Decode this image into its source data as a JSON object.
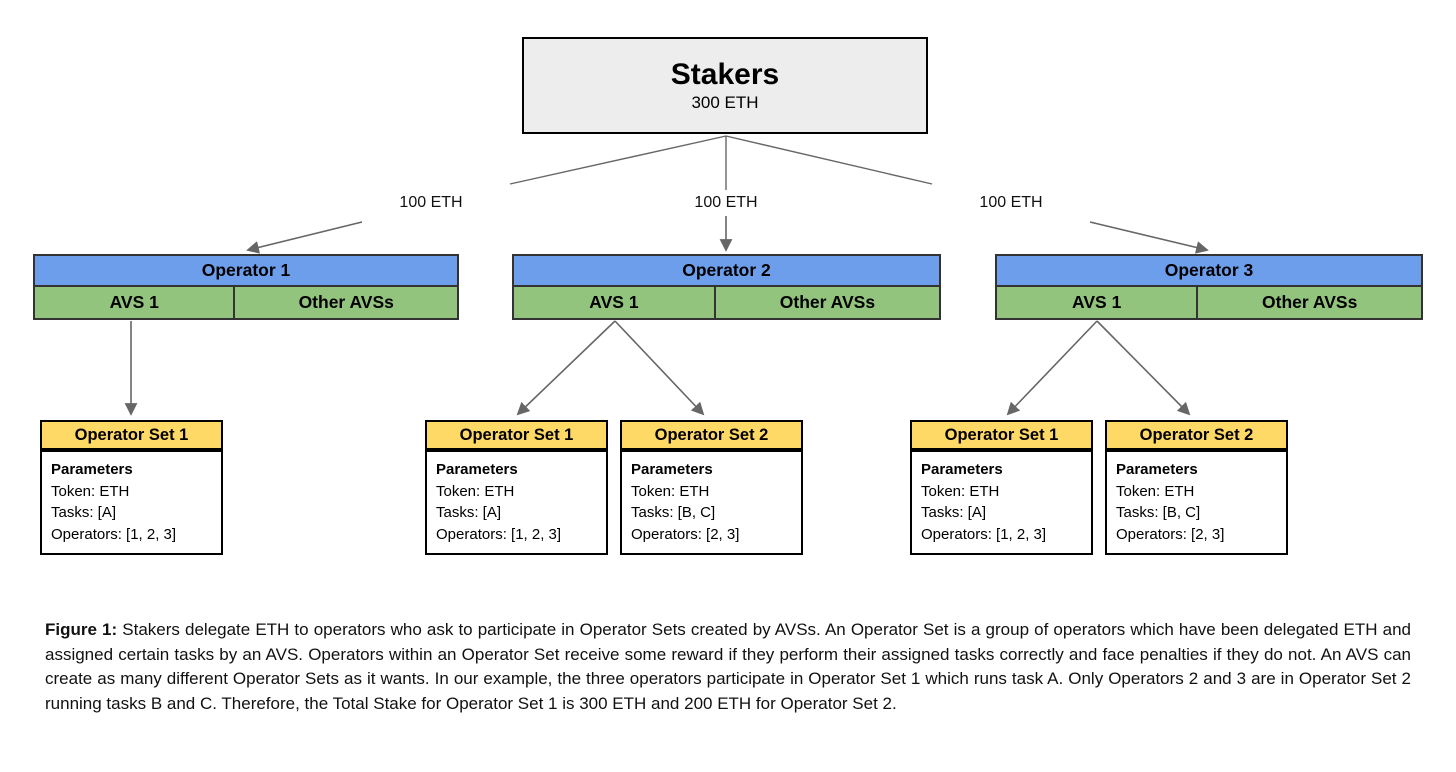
{
  "colors": {
    "staker_fill": "#ededed",
    "operator_blue": "#6d9eeb",
    "avs_green": "#93c47d",
    "opset_yellow": "#ffd966",
    "arrow_gray": "#666666"
  },
  "stakers": {
    "title": "Stakers",
    "amount": "300 ETH"
  },
  "delegations": [
    {
      "label": "100 ETH"
    },
    {
      "label": "100 ETH"
    },
    {
      "label": "100 ETH"
    }
  ],
  "operators": [
    {
      "title": "Operator 1",
      "avs_label": "AVS 1",
      "other_label": "Other AVSs"
    },
    {
      "title": "Operator 2",
      "avs_label": "AVS 1",
      "other_label": "Other AVSs"
    },
    {
      "title": "Operator 3",
      "avs_label": "AVS 1",
      "other_label": "Other AVSs"
    }
  ],
  "operator_sets": [
    {
      "title": "Operator Set 1",
      "params_heading": "Parameters",
      "token": "Token: ETH",
      "tasks": "Tasks: [A]",
      "operators": "Operators: [1, 2, 3]"
    },
    {
      "title": "Operator Set 1",
      "params_heading": "Parameters",
      "token": "Token: ETH",
      "tasks": "Tasks: [A]",
      "operators": "Operators: [1, 2, 3]"
    },
    {
      "title": "Operator Set 2",
      "params_heading": "Parameters",
      "token": "Token: ETH",
      "tasks": "Tasks: [B, C]",
      "operators": "Operators: [2, 3]"
    },
    {
      "title": "Operator Set 1",
      "params_heading": "Parameters",
      "token": "Token: ETH",
      "tasks": "Tasks: [A]",
      "operators": "Operators: [1, 2, 3]"
    },
    {
      "title": "Operator Set 2",
      "params_heading": "Parameters",
      "token": "Token: ETH",
      "tasks": "Tasks: [B, C]",
      "operators": "Operators: [2, 3]"
    }
  ],
  "caption": {
    "label": "Figure 1:",
    "text": "Stakers delegate ETH to operators who ask to participate in Operator Sets created by AVSs. An Operator Set is a group of operators which have been delegated ETH and assigned certain tasks by an AVS. Operators within an Operator Set receive some reward if they perform their assigned tasks correctly and face penalties if they do not. An AVS can create as many different Operator Sets as it wants. In our example, the three operators participate in Operator Set 1 which runs task A. Only Operators 2 and 3 are in Operator Set 2 running tasks B and C. Therefore, the Total Stake for Operator Set 1 is 300 ETH and 200 ETH for Operator Set 2."
  }
}
